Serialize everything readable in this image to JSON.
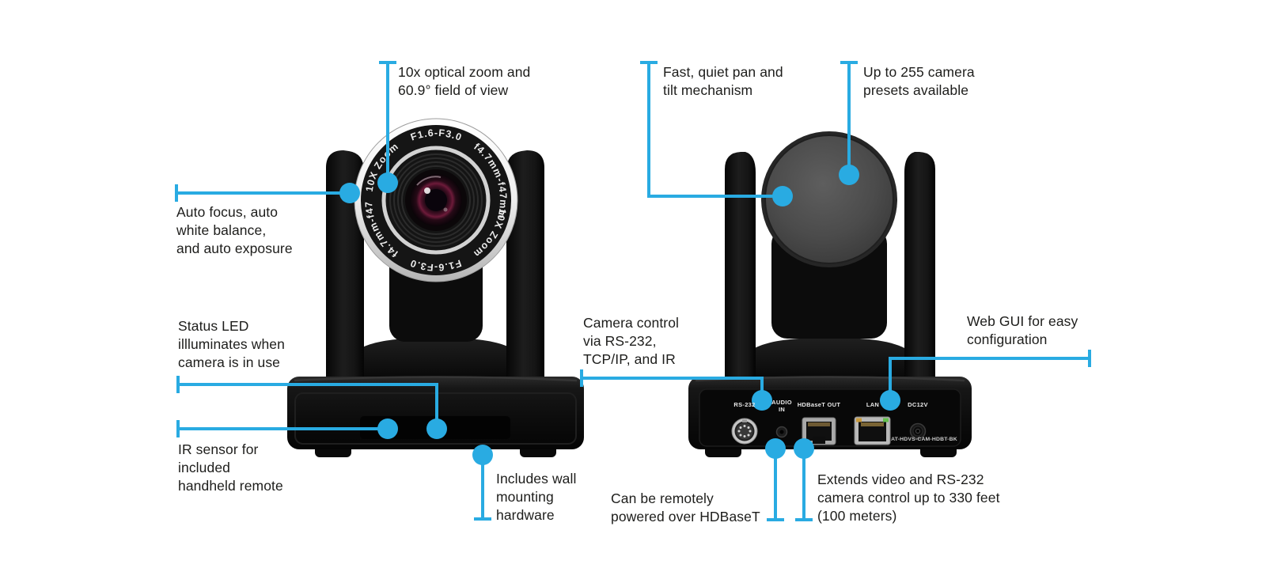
{
  "accent_color": "#29abe2",
  "text_color": "#1d1d1b",
  "background_color": "#ffffff",
  "callouts": {
    "optical_zoom": {
      "text": "10x optical zoom and\n60.9° field of view"
    },
    "pan_tilt": {
      "text": "Fast, quiet pan and\ntilt mechanism"
    },
    "presets": {
      "text": "Up to 255 camera\npresets available"
    },
    "auto_focus": {
      "text": "Auto focus, auto\nwhite balance,\nand auto exposure"
    },
    "status_led": {
      "text": "Status LED\nillluminates when\ncamera is in use"
    },
    "ir_sensor": {
      "text": "IR sensor for\nincluded\nhandheld remote"
    },
    "wall_mount": {
      "text": "Includes wall\nmounting\nhardware"
    },
    "camera_control": {
      "text": "Camera control\nvia RS-232,\nTCP/IP, and IR"
    },
    "web_gui": {
      "text": "Web GUI for easy\nconfiguration"
    },
    "hdbaset_power": {
      "text": "Can be remotely\npowered over HDBaseT"
    },
    "extends": {
      "text": "Extends video and RS-232\ncamera control up to 330 feet\n(100 meters)"
    }
  },
  "front_camera": {
    "lens_markings": "10X Zoom    F1.6-F3.0    f4.7mm-f47mm"
  },
  "rear_camera": {
    "port_labels": {
      "rs232": "RS-232",
      "audio_in": "AUDIO\nIN",
      "hdbaset_out": "HDBaseT OUT",
      "lan": "LAN",
      "dc12v": "DC12V",
      "model": "AT-HDVS-CAM-HDBT-BK"
    }
  }
}
